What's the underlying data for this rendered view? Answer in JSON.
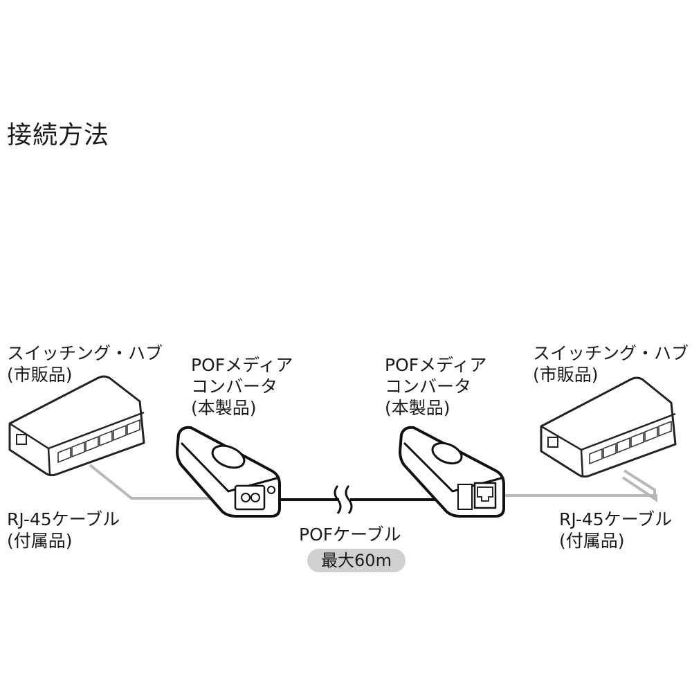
{
  "title": "接続方法",
  "hub_left": {
    "line1": "スイッチング・ハブ",
    "line2": "(市販品)"
  },
  "hub_right": {
    "line1": "スイッチング・ハブ",
    "line2": "(市販品)"
  },
  "converter_left": {
    "line1": "POFメディア",
    "line2": "コンバータ",
    "line3": "(本製品)"
  },
  "converter_right": {
    "line1": "POFメディア",
    "line2": "コンバータ",
    "line3": "(本製品)"
  },
  "rj45_left": {
    "line1": "RJ-45ケーブル",
    "line2": "(付属品)"
  },
  "rj45_right": {
    "line1": "RJ-45ケーブル",
    "line2": "(付属品)"
  },
  "pof_cable": {
    "label": "POFケーブル",
    "max_length": "最大60m"
  }
}
